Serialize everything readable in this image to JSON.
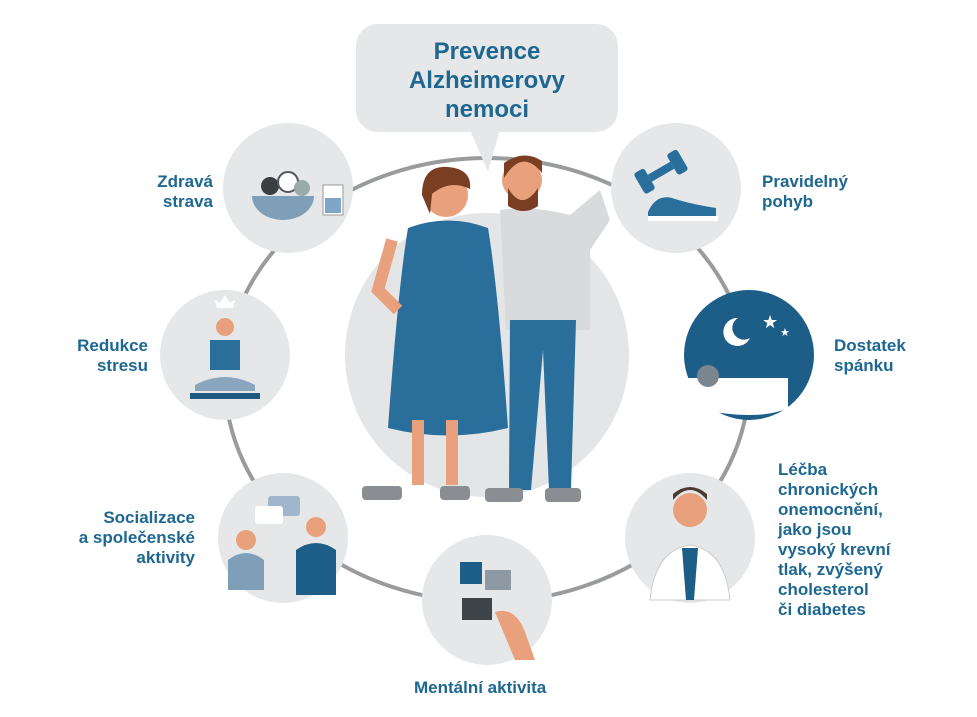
{
  "title": "Prevence\nAlzheimerovy\nnemoci",
  "items": [
    {
      "label": "Zdravá\nstrava",
      "icon": "salad-bowl-icon"
    },
    {
      "label": "Pravidelný\npohyb",
      "icon": "dumbbell-sneaker-icon"
    },
    {
      "label": "Redukce\nstresu",
      "icon": "meditation-icon"
    },
    {
      "label": "Dostatek\nspánku",
      "icon": "sleep-icon"
    },
    {
      "label": "Socializace\na společenské\naktivity",
      "icon": "conversation-icon"
    },
    {
      "label": "Léčba\nchronických\nonemocnění,\njako jsou\nvysoký krevní\ntlak, zvýšený\ncholesterol\nči diabetes",
      "icon": "doctor-icon"
    },
    {
      "label": "Mentální aktivita",
      "icon": "puzzle-icon"
    }
  ],
  "colors": {
    "text": "#1d6791",
    "circle": "#e6e7e9",
    "ring": "#9a9b9d",
    "accent": "#2a6f9b"
  }
}
